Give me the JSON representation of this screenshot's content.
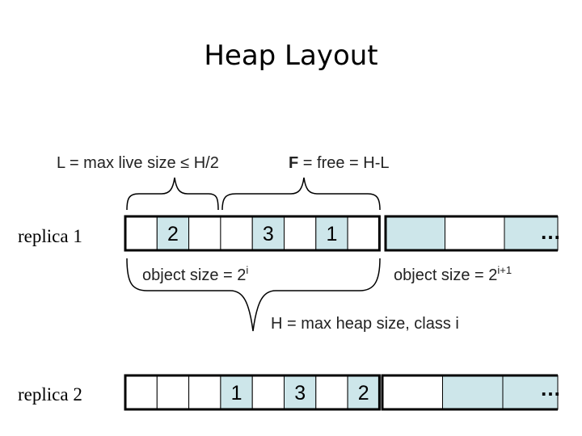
{
  "title": "Heap Layout",
  "labels": {
    "live_size": "L = max live size ≤ H/2",
    "free_bold": "F",
    "free_rest": " = free = H-L",
    "object_size_base": "object size = 2",
    "object_size_exp_1": "i",
    "object_size_exp_2": "i+1",
    "heap_size": "H = max heap size, class i",
    "ellipsis": "…"
  },
  "colors": {
    "cell_fill": "#cde6ea",
    "outline": "#000000"
  },
  "replicas": [
    {
      "name": "replica 1",
      "class_i_cells": [
        "",
        "2",
        "",
        "",
        "3",
        "",
        "1",
        ""
      ],
      "class_i_filled": [
        false,
        true,
        false,
        false,
        true,
        false,
        true,
        false
      ],
      "class_i1_cells": [
        "",
        "",
        ""
      ],
      "class_i1_filled": [
        true,
        false,
        true
      ]
    },
    {
      "name": "replica 2",
      "class_i_cells": [
        "",
        "",
        "",
        "1",
        "",
        "3",
        "",
        "2"
      ],
      "class_i_filled": [
        false,
        false,
        false,
        true,
        false,
        true,
        false,
        true
      ],
      "class_i1_cells": [
        "",
        "",
        ""
      ],
      "class_i1_filled": [
        false,
        true,
        true
      ]
    }
  ]
}
